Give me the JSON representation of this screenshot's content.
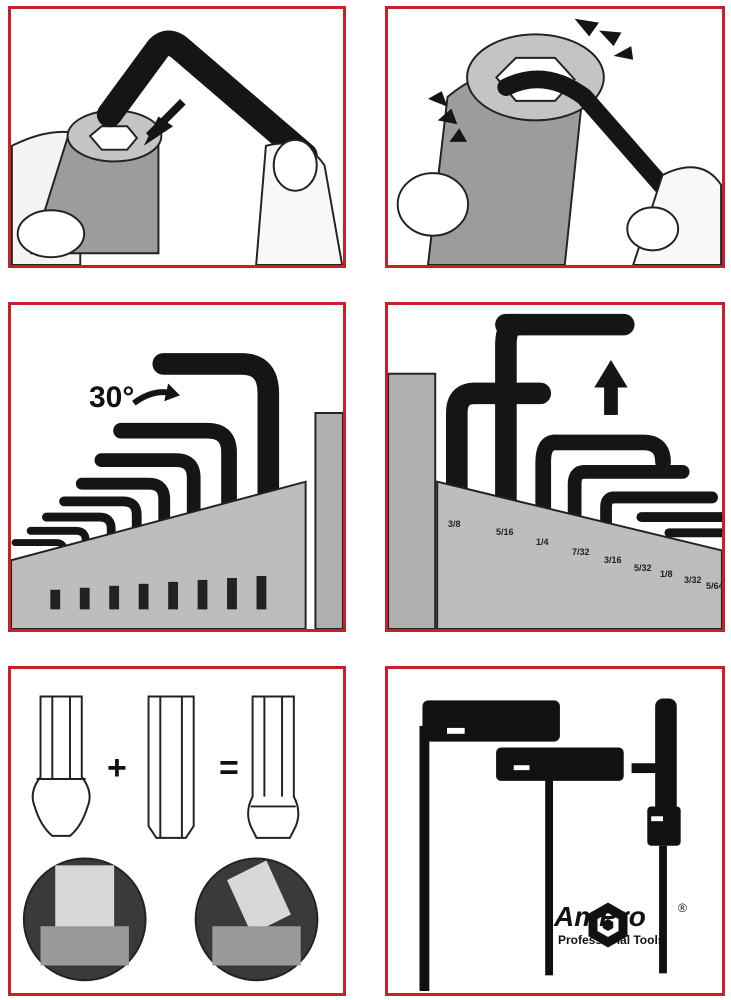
{
  "panels": {
    "step3_angle": "30°",
    "step5_plus": "+",
    "step5_equals": "=",
    "size_labels": [
      "3/8",
      "5/16",
      "1/4",
      "7/32",
      "3/16",
      "5/32",
      "1/8",
      "3/32",
      "5/64"
    ]
  },
  "brand": {
    "name": "AmPro",
    "registered": "®",
    "tagline": "Professional Tools"
  },
  "colors": {
    "frame": "#c8202a",
    "tool": "#151515",
    "holder": "#bdbdbd"
  }
}
